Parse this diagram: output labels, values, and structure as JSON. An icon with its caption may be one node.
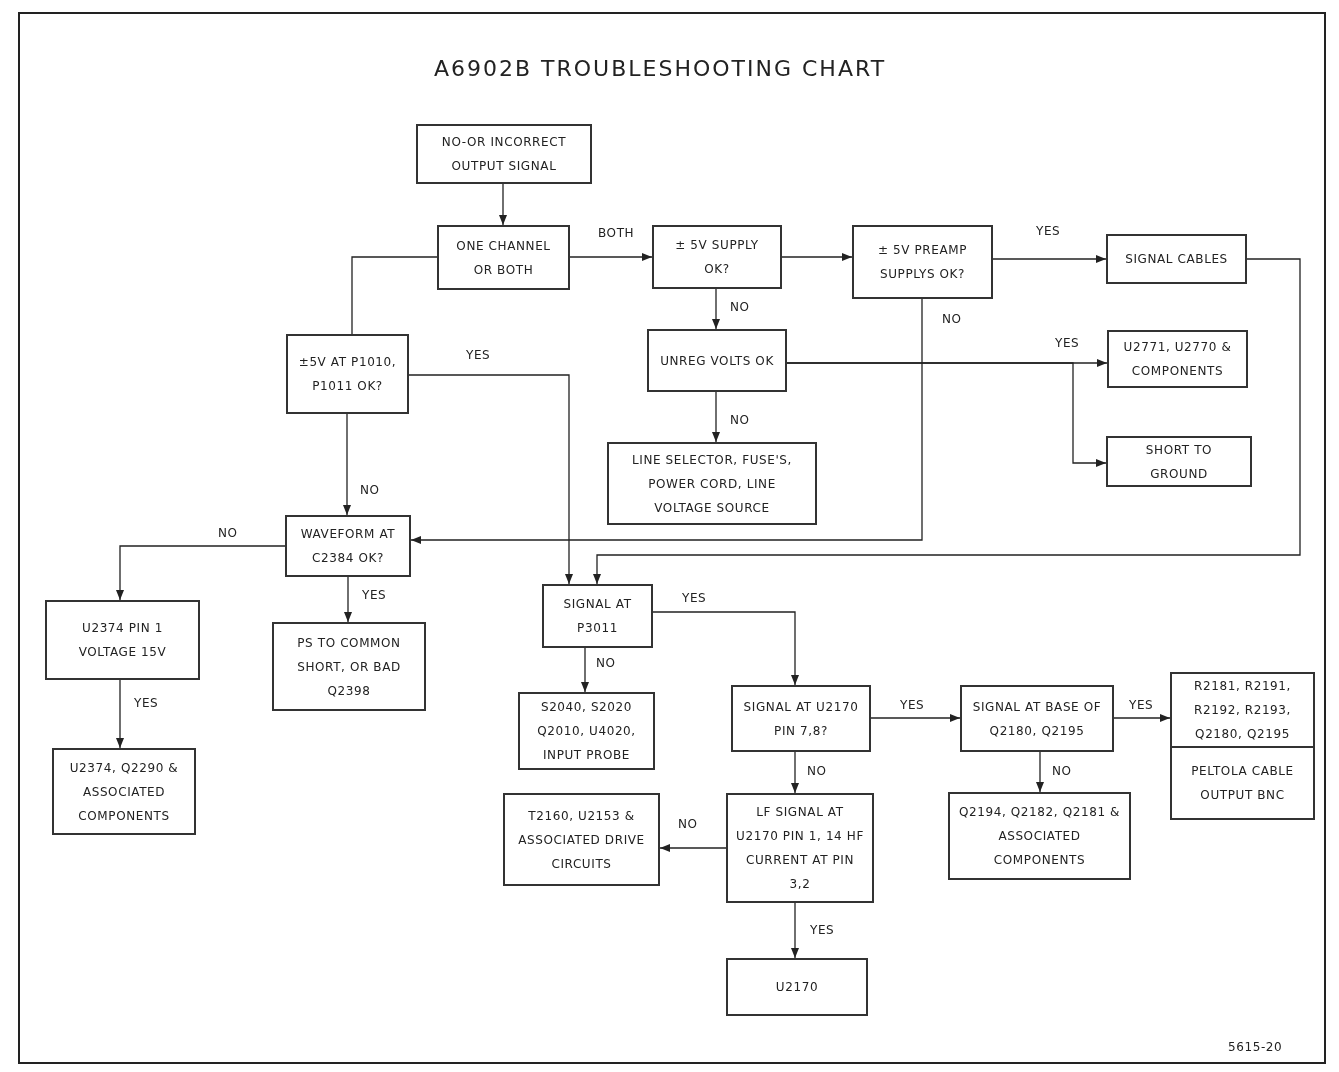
{
  "diagram": {
    "title": "A6902B TROUBLESHOOTING CHART",
    "nodes": [
      {
        "text": [
          "NO-OR INCORRECT OUTPUT SIGNAL"
        ]
      },
      {
        "text": [
          "ONE CHANNEL OR BOTH"
        ]
      },
      {
        "text": [
          "± 5V SUPPLY OK?"
        ]
      },
      {
        "text": [
          "± 5V PREAMP SUPPLYS OK?"
        ]
      },
      {
        "text": [
          "SIGNAL CABLES"
        ]
      },
      {
        "text": [
          "±5V AT P1010, P1011 OK?"
        ]
      },
      {
        "text": [
          "UNREG VOLTS OK"
        ]
      },
      {
        "text": [
          "U2771, U2770 & COMPONENTS"
        ]
      },
      {
        "text": [
          "LINE SELECTOR, FUSE'S, POWER CORD, LINE VOLTAGE SOURCE"
        ]
      },
      {
        "text": [
          "SHORT TO GROUND"
        ]
      },
      {
        "text": [
          "WAVEFORM AT C2384 OK?"
        ]
      },
      {
        "text": [
          "U2374 PIN 1 VOLTAGE 15V"
        ]
      },
      {
        "text": [
          "PS TO COMMON SHORT, OR BAD Q2398"
        ]
      },
      {
        "text": [
          "SIGNAL AT P3011"
        ]
      },
      {
        "text": [
          "U2374, Q2290 & ASSOCIATED COMPONENTS"
        ]
      },
      {
        "text": [
          "S2040, S2020 Q2010, U4020, INPUT PROBE"
        ]
      },
      {
        "text": [
          "SIGNAL AT U2170 PIN 7,8?"
        ]
      },
      {
        "text": [
          "SIGNAL AT BASE OF Q2180, Q2195"
        ]
      },
      {
        "text": [
          "R2181, R2191, R2192, R2193, Q2180, Q2195",
          "PELTOLA CABLE OUTPUT BNC"
        ]
      },
      {
        "text": [
          "T2160, U2153 & ASSOCIATED DRIVE CIRCUITS"
        ]
      },
      {
        "text": [
          "LF SIGNAL AT U2170 PIN 1, 14 HF CURRENT AT PIN 3,2"
        ]
      },
      {
        "text": [
          "Q2194, Q2182, Q2181 & ASSOCIATED COMPONENTS"
        ]
      },
      {
        "text": [
          "U2170"
        ]
      }
    ],
    "edges": [
      {
        "from": 0,
        "to": 1,
        "arrow": "to"
      },
      {
        "from": 1,
        "to": 2,
        "arrow": "to",
        "label": "BOTH"
      },
      {
        "from": 1,
        "to": 5,
        "arrow": "none"
      },
      {
        "from": 2,
        "to": 3,
        "arrow": "to"
      },
      {
        "from": 2,
        "to": 6,
        "arrow": "to",
        "label": "NO"
      },
      {
        "from": 3,
        "to": 4,
        "arrow": "to",
        "label": "YES"
      },
      {
        "from": 3,
        "to": 10,
        "arrow": "to",
        "label": "NO"
      },
      {
        "from": 4,
        "to": 13,
        "arrow": "to"
      },
      {
        "from": 5,
        "to": 13,
        "arrow": "to",
        "label": "YES"
      },
      {
        "from": 5,
        "to": 10,
        "arrow": "to",
        "label": "NO"
      },
      {
        "from": 6,
        "to": 7,
        "arrow": "to",
        "label": "YES"
      },
      {
        "from": 6,
        "to": 9,
        "arrow": "to"
      },
      {
        "from": 6,
        "to": 8,
        "arrow": "to",
        "label": "NO"
      },
      {
        "from": 10,
        "to": 11,
        "arrow": "to",
        "label": "NO"
      },
      {
        "from": 10,
        "to": 12,
        "arrow": "to",
        "label": "YES"
      },
      {
        "from": 11,
        "to": 14,
        "arrow": "to",
        "label": "YES"
      },
      {
        "from": 13,
        "to": 16,
        "arrow": "to",
        "label": "YES"
      },
      {
        "from": 13,
        "to": 15,
        "arrow": "to",
        "label": "NO"
      },
      {
        "from": 16,
        "to": 17,
        "arrow": "to",
        "label": "YES"
      },
      {
        "from": 16,
        "to": 20,
        "arrow": "to",
        "label": "NO"
      },
      {
        "from": 17,
        "to": 18,
        "arrow": "to",
        "label": "YES"
      },
      {
        "from": 17,
        "to": 21,
        "arrow": "to",
        "label": "NO"
      },
      {
        "from": 20,
        "to": 19,
        "arrow": "to",
        "label": "NO"
      },
      {
        "from": 20,
        "to": 22,
        "arrow": "to",
        "label": "YES"
      }
    ],
    "labels": [
      "5615-20"
    ]
  }
}
